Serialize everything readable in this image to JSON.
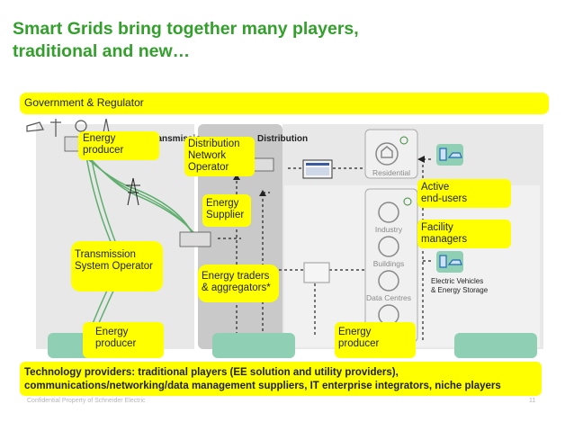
{
  "title": "Smart Grids bring together many players,\ntraditional and new…",
  "government": "Government & Regulator",
  "headers": {
    "transmission": "Transmissio",
    "distribution": "Distribution"
  },
  "labels": {
    "energy_producer_top": "Energy\nproducer",
    "dso": "Distribution\nNetwork\nOperator",
    "energy_supplier": "Energy\nSupplier",
    "tso": "Transmission\nSystem Operator",
    "traders": "Energy traders\n& aggregators*",
    "energy_producer_bottom_left": "Energy\nproducer",
    "energy_producer_bottom_right": "Energy\nproducer",
    "active_end_users": "Active\nend-users",
    "facility_managers": "Facility\nmanagers"
  },
  "consumers": {
    "residential": "Residential",
    "industry": "Industry",
    "buildings": "Buildings",
    "data_centres": "Data Centres"
  },
  "ev_label": "Electric Vehicles\n& Energy Storage",
  "tech_providers": "Technology providers: traditional players (EE solution and utility providers),\ncommunications/networking/data management suppliers, IT enterprise integrators, niche players",
  "footer": "Confidential Property of Schneider Electric",
  "page_number": "11",
  "colors": {
    "title": "#33a02c",
    "highlight": "#ffff00",
    "energy": "#8fd0b4",
    "network_green": "#5fae6e"
  }
}
